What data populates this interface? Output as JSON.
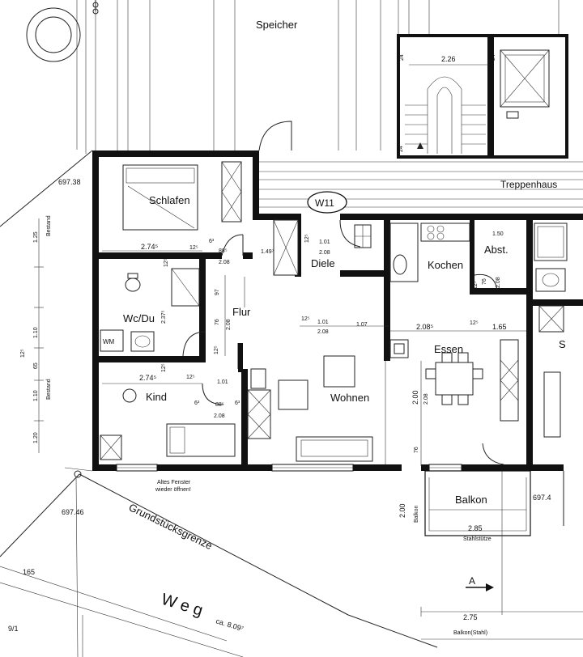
{
  "labels": {
    "speicher": "Speicher",
    "treppenhaus": "Treppenhaus",
    "w11": "W11",
    "schlafen": "Schlafen",
    "diele": "Diele",
    "kochen": "Kochen",
    "abst": "Abst.",
    "wc_du": "Wc/Du",
    "wm": "WM",
    "flur": "Flur",
    "essen": "Essen",
    "wohnen": "Wohnen",
    "kind": "Kind",
    "balkon": "Balkon",
    "s_partial": "S",
    "altes_fenster_1": "Altes Fenster",
    "altes_fenster_2": "wieder öffnen!",
    "grundstuecksgrenze": "Grundstücksgrenze",
    "weg": "W e g",
    "weg_length": "ca. 8.09⁷",
    "balkon_stahl": "Balkon(Stahl)",
    "stahlstuetze": "Stahlstütze",
    "balkon_side": "Balkon",
    "section_a": "A",
    "bestand_1": "Bestand",
    "bestand_2": "Bestand"
  },
  "elevations": {
    "top_left": "697.38",
    "bottom_left": "697.46",
    "right": "697.4"
  },
  "parcels": {
    "p165": "165",
    "p9_1": "9/1"
  },
  "dimensions": {
    "d_2_26": "2.26",
    "d_24_a": "24",
    "d_24_b": "24",
    "d_24_c": "24",
    "d_schlafen_w": "2.74⁵",
    "d_12_5_a": "12⁵",
    "d_6_3_a": "6³",
    "d_88_5_a": "88⁵",
    "d_2_08_a": "2.08",
    "d_1_49": "1.49⁷",
    "d_12_5_b": "12⁵",
    "d_1_01_a": "1.01",
    "d_2_08_b": "2.08",
    "d_1_50": "1.50",
    "d_12_5_c": "12⁵",
    "d_76_a": "76",
    "d_2_08_c": "2.08",
    "d_12_5_d": "12⁵",
    "d_97": "97",
    "d_2_37": "2.37⁵",
    "d_76_b": "76",
    "d_2_08_d": "2.08",
    "d_12_5_e": "12⁵",
    "d_12_5_f": "12⁵",
    "d_1_01_b": "1.01",
    "d_2_08_e": "2.08",
    "d_1_07": "1.07",
    "d_2_08_5": "2.08⁵",
    "d_12_5_g": "12⁵",
    "d_1_65": "1.65",
    "d_kind_w": "2.74⁵",
    "d_12_5_h": "12⁵",
    "d_1_01_c": "1.01",
    "d_12_5_i": "12⁵",
    "d_6_3_b": "6³",
    "d_88_5_b": "88⁵",
    "d_6_3_c": "6³",
    "d_2_08_f": "2.08",
    "d_2_00_a": "2.00",
    "d_2_08_g": "2.08",
    "d_76_c": "76",
    "d_2_00_b": "2.00",
    "d_2_85": "2.85",
    "d_2_75": "2.75",
    "d_1_25": "1.25",
    "d_1_10_a": "1.10",
    "d_12_5_v": "12⁵",
    "d_65": "65",
    "d_1_10_b": "1.10",
    "d_1_20": "1.20"
  }
}
